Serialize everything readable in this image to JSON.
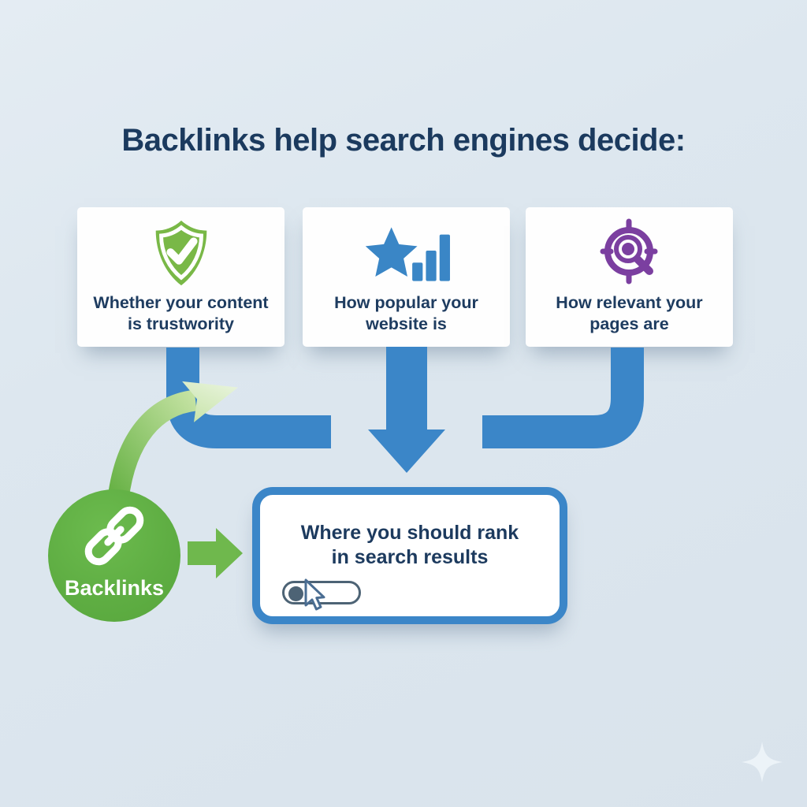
{
  "title": "Backlinks help search engines decide:",
  "cards": [
    {
      "icon": "shield-check-icon",
      "line1": "Whether your content",
      "line2": "is trustwority"
    },
    {
      "icon": "star-bar-chart-icon",
      "line1": "How popular your",
      "line2": "website is"
    },
    {
      "icon": "target-magnifier-icon",
      "line1": "How relevant your",
      "line2": "pages are"
    }
  ],
  "backlinks_badge": {
    "icon": "chain-link-icon",
    "label": "Backlinks"
  },
  "result_box": {
    "line1": "Where you should rank",
    "line2": "in search results",
    "widget": "search-toggle-with-cursor"
  },
  "decoration": {
    "bottom_right": "four-point-sparkle"
  },
  "colors": {
    "background": "#dde7ef",
    "accent_blue": "#3b86c8",
    "green": "#5fae43",
    "green_arrow": "#6fb84d",
    "purple": "#7b3fa0",
    "navy_text": "#1c3a5e",
    "slate": "#4d6375",
    "card_white": "#fefefe"
  }
}
